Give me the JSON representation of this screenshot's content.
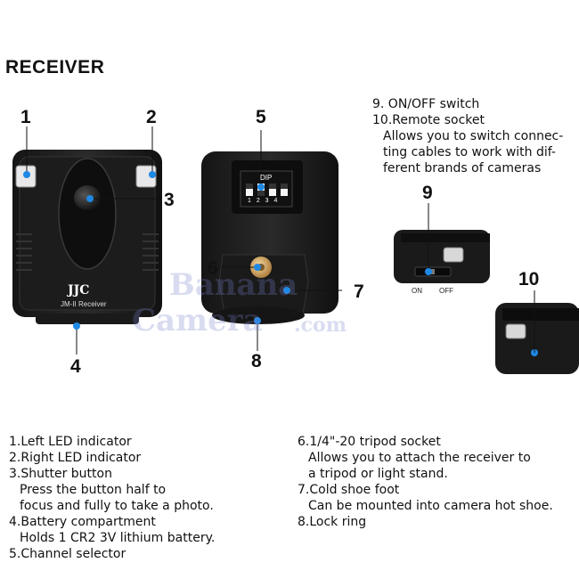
{
  "heading": "RECEIVER",
  "callouts": {
    "n1": "1",
    "n2": "2",
    "n3": "3",
    "n4": "4",
    "n5": "5",
    "n6": "6",
    "n7": "7",
    "n8": "8",
    "n9": "9",
    "n10": "10"
  },
  "device": {
    "brand": "JJC",
    "model": "JM-II Receiver",
    "dip_label": "DIP",
    "dip_numbers": "1 2 3 4",
    "switch_on": "ON",
    "switch_off": "OFF"
  },
  "watermark": {
    "line1": "Banana",
    "line2": "Camera",
    "line3": ".com"
  },
  "specs_right_top": [
    {
      "head": "9.  ON/OFF switch",
      "body": []
    },
    {
      "head": "10.Remote socket",
      "body": [
        "Allows you to switch connec-",
        "ting cables to work with dif-",
        "ferent brands of cameras"
      ]
    }
  ],
  "specs_left": [
    {
      "head": "1.Left LED indicator",
      "body": []
    },
    {
      "head": "2.Right LED indicator",
      "body": []
    },
    {
      "head": "3.Shutter button",
      "body": [
        "Press the button half to",
        "focus and fully to take a photo."
      ]
    },
    {
      "head": "4.Battery compartment",
      "body": [
        "Holds 1 CR2 3V lithium battery."
      ]
    },
    {
      "head": "5.Channel selector",
      "body": []
    }
  ],
  "specs_right": [
    {
      "head": "6.1/4\"-20 tripod socket",
      "body": [
        "Allows you to attach the receiver to",
        "a tripod or light stand."
      ]
    },
    {
      "head": "7.Cold shoe foot",
      "body": [
        "Can be mounted into camera hot shoe."
      ]
    },
    {
      "head": "8.Lock ring",
      "body": []
    }
  ]
}
